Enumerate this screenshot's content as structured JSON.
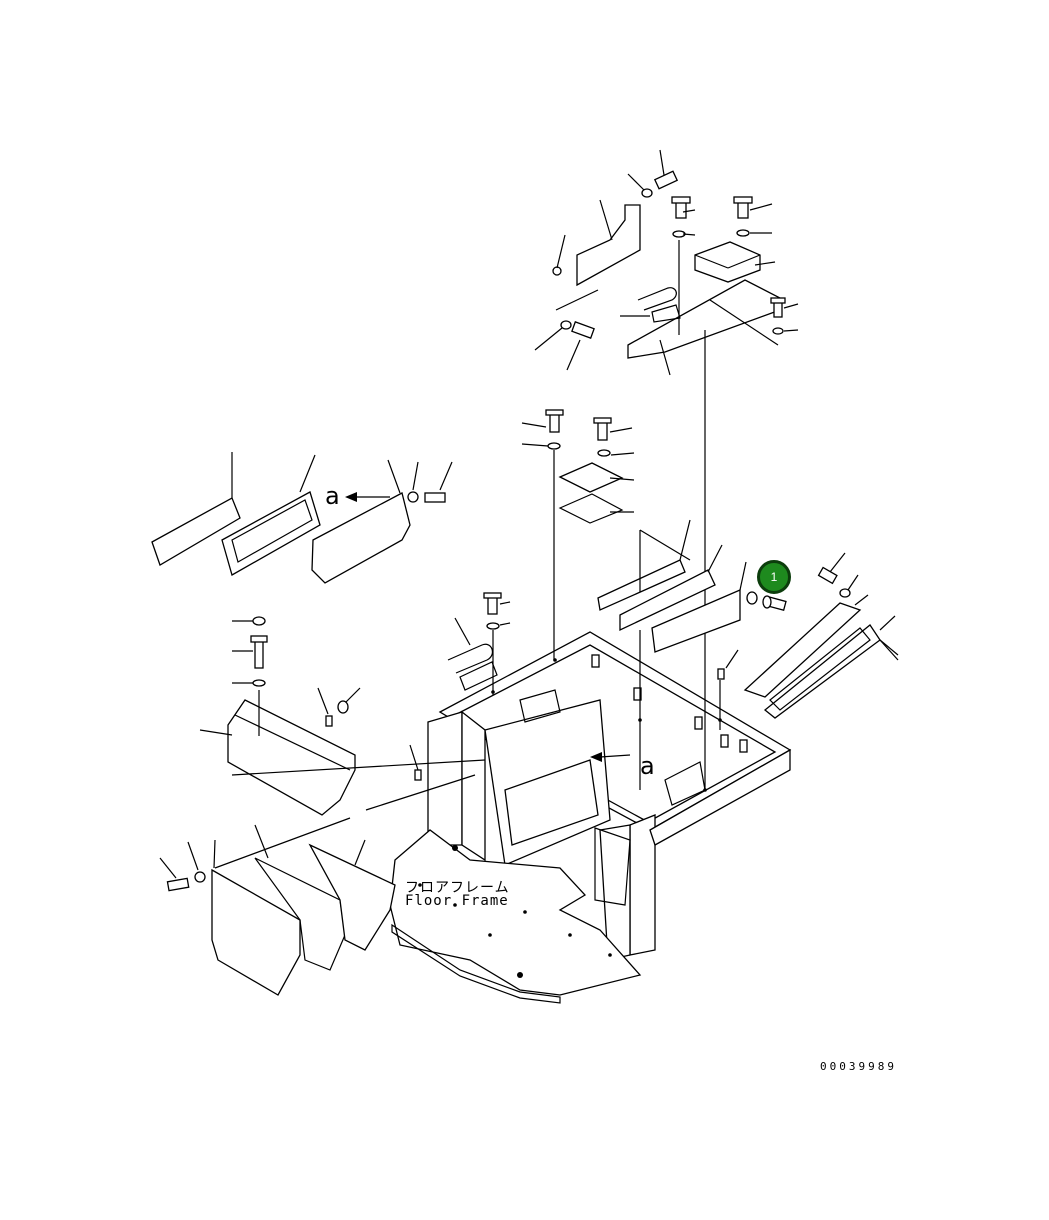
{
  "diagram": {
    "floor_label_jp": "フロアフレーム",
    "floor_label_en": "Floor Frame",
    "view_ref_top": "a",
    "view_ref_main": "a",
    "callout": {
      "number": "1",
      "fill": "#1e8a1e",
      "ring": "#0c3d0c"
    },
    "drawing_number": "00039989"
  }
}
